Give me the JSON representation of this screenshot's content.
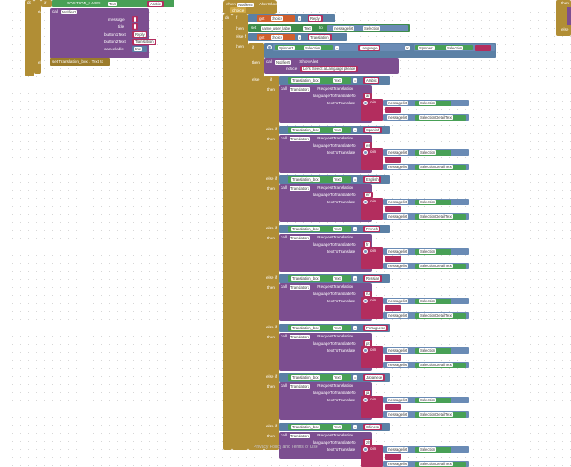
{
  "workspace": {
    "footer": "Privacy Policy and Terms of Use"
  },
  "left": {
    "do": "do",
    "if": "if",
    "then": "then",
    "else": "else",
    "cond_component": "POSITION_LABEL",
    "cond_prop": "Text",
    "cond_value": "Arabic",
    "call": "call",
    "notifier": "Notifier3",
    ".method": "ShowChooseDialog",
    "params": [
      "message",
      "title",
      "button1Text",
      "button2Text",
      "cancelable"
    ],
    "values": [
      "",
      "",
      "Reply",
      "Translation",
      "true"
    ],
    "else_set": "set Translation_box . Text to"
  },
  "main": {
    "when": "when",
    "event_comp": "Notifier5",
    "event": "AfterChoosing",
    "param": "choice",
    "do": "do",
    "if": "if",
    "then": "then",
    "else_if": "else if",
    "else": "else",
    "get": "get",
    "choice": "choice",
    "reply": "Reply",
    "translation": "Translation",
    "set_label": "name_user_label",
    "text": "Text",
    "to": "to",
    "messagelist": "messagelist",
    "selection": "Selection",
    "spinner": "Spinner1",
    "language": "Language",
    "call": "call",
    "notifier": "Notifier5",
    "show_alert": ".ShowAlert",
    "notice": "notice",
    "alert_msg": "Let's Select a Language please",
    "translation_box": "Translation_box",
    "translator": "Translator1",
    "request": ".RequestTranslation",
    "lang_to": "languageToTranslateTo",
    "text_to": "textToTranslate",
    "join": "join",
    "detail": "SelectionDetailText",
    "langs": [
      {
        "name": "Arabic",
        "code": "ar"
      },
      {
        "name": "Spanish",
        "code": "es"
      },
      {
        "name": "English",
        "code": "en"
      },
      {
        "name": "French",
        "code": "fr"
      },
      {
        "name": "Russian",
        "code": "ru"
      },
      {
        "name": "Portuguese",
        "code": "pt"
      },
      {
        "name": "Japanese",
        "code": "ja"
      },
      {
        "name": "Chinese",
        "code": "zh"
      }
    ]
  },
  "right": {
    "then": "then",
    "else": "else"
  }
}
